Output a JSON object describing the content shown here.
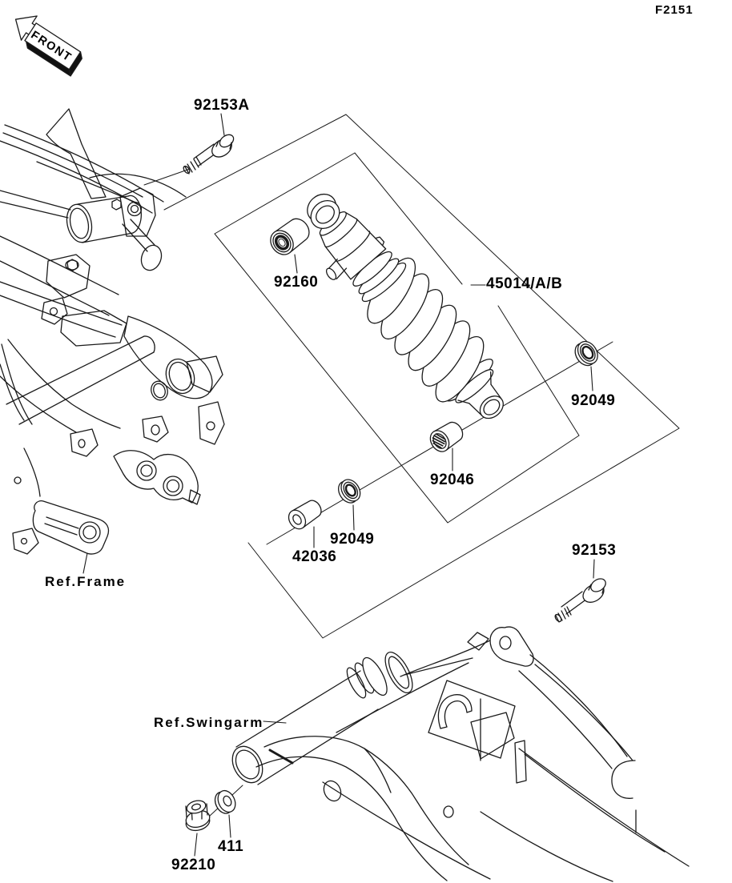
{
  "figure": {
    "code": "F2151",
    "direction_flag": "FRONT"
  },
  "labels": {
    "bolt_upper": "92153A",
    "bushing": "92160",
    "shock_absorber": "45014/A/B",
    "washer_right": "92049",
    "bearing": "92046",
    "washer_left": "92049",
    "collar": "42036",
    "bolt_lower": "92153",
    "ref_frame": "Ref.Frame",
    "ref_swingarm": "Ref.Swingarm",
    "washer_small": "411",
    "nut": "92210"
  }
}
